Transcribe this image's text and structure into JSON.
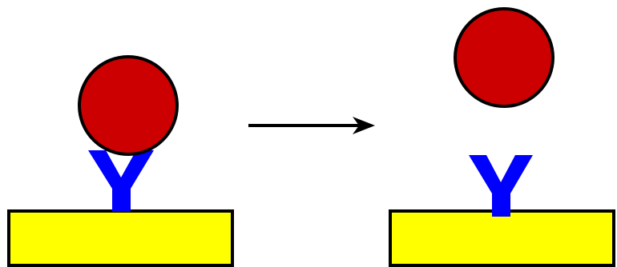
{
  "diagram": {
    "panels": [
      {
        "state": "bound",
        "substrate": {
          "shape": "rectangle",
          "color": "#ffff00"
        },
        "receptor": {
          "shape": "Y",
          "color": "#0000ff"
        },
        "ligand": {
          "shape": "circle",
          "color": "#cc0000"
        }
      },
      {
        "state": "released",
        "substrate": {
          "shape": "rectangle",
          "color": "#ffff00"
        },
        "receptor": {
          "shape": "Y",
          "color": "#0000ff"
        },
        "ligand": {
          "shape": "circle",
          "color": "#cc0000"
        }
      }
    ],
    "transition": {
      "icon": "arrow-right-icon",
      "color": "#000000"
    },
    "outline_color": "#000000"
  }
}
